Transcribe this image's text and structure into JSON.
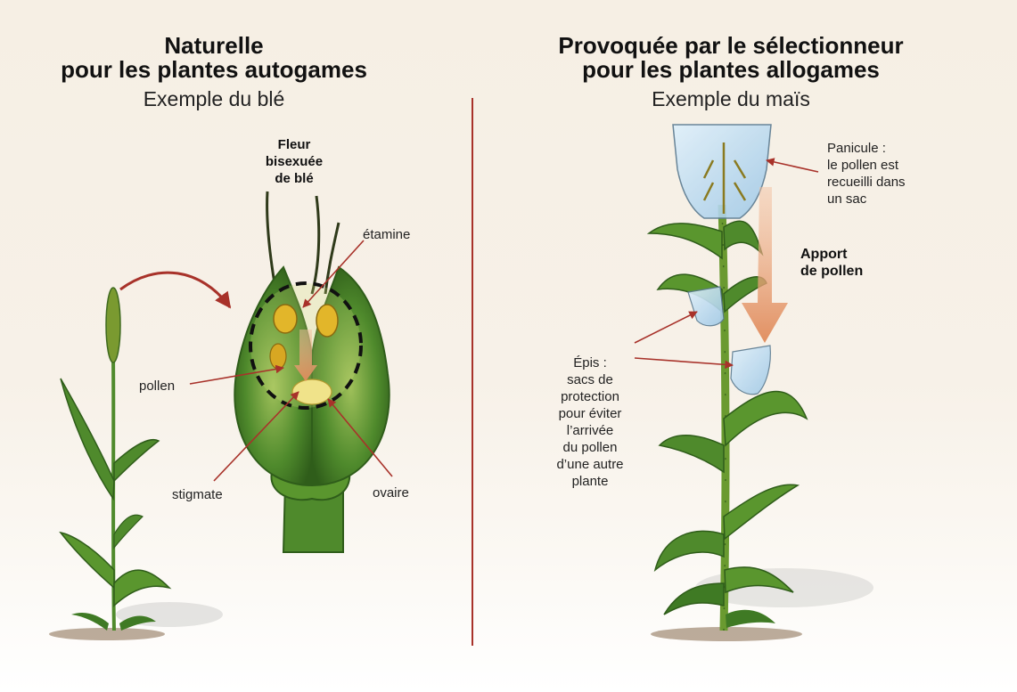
{
  "left": {
    "title_line1": "Naturelle",
    "title_line2": "pour les plantes autogames",
    "subtitle": "Exemple du blé",
    "flower_title_1": "Fleur",
    "flower_title_2": "bisexuée",
    "flower_title_3": "de blé",
    "label_etamine": "étamine",
    "label_pollen": "pollen",
    "label_stigmate": "stigmate",
    "label_ovaire": "ovaire"
  },
  "right": {
    "title_line1": "Provoquée par le sélectionneur",
    "title_line2": "pour les plantes allogames",
    "subtitle": "Exemple du maïs",
    "panicule_1": "Panicule :",
    "panicule_2": "le pollen est",
    "panicule_3": "recueilli dans",
    "panicule_4": "un sac",
    "apport_1": "Apport",
    "apport_2": "de pollen",
    "epis_1": "Épis :",
    "epis_2": "sacs de",
    "epis_3": "protection",
    "epis_4": "pour éviter",
    "epis_5": "l’arrivée",
    "epis_6": "du pollen",
    "epis_7": "d’une autre",
    "epis_8": "plante"
  },
  "colors": {
    "divider": "#a8322a",
    "leaf": "#4f8a2c",
    "leaf_dark": "#2f5d1a",
    "arrow": "#a8322a",
    "anther": "#e2b62a",
    "pollen_arrow": "#e39a73"
  }
}
